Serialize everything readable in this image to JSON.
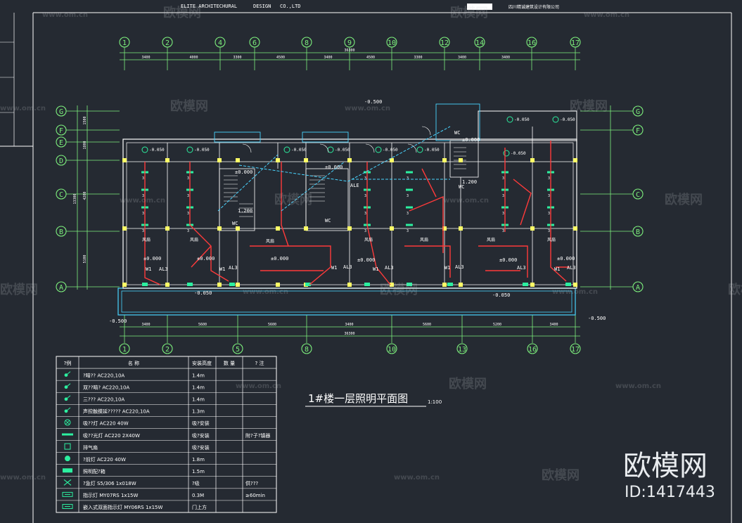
{
  "title_block": {
    "firm_en": "ELITE ARCHITECHURAL",
    "firm_design": "DESIGN",
    "firm_co": "CO.,LTD",
    "stamp_text": "四川精诚建筑设计有限公司"
  },
  "drawing_title": "1#楼一层照明平面图",
  "drawing_scale": "1:100",
  "grid_top": [
    "1",
    "2",
    "4",
    "6",
    "8",
    "9",
    "10",
    "12",
    "14",
    "16",
    "17"
  ],
  "grid_bottom": [
    "1",
    "2",
    "5",
    "8",
    "10",
    "13",
    "16",
    "17"
  ],
  "grid_rows_left": [
    "G",
    "F",
    "E",
    "D",
    "C",
    "B",
    "A"
  ],
  "grid_rows_right": [
    "G",
    "F",
    "C",
    "B",
    "A"
  ],
  "dims_top": [
    "3400",
    "4000",
    "3300",
    "4500",
    "3400",
    "4500",
    "3300",
    "3400",
    "3400"
  ],
  "dims_top_total": "36300",
  "dims_bottom": [
    "3400",
    "5600",
    "5600",
    "3400",
    "5600",
    "5200",
    "3400"
  ],
  "dims_bottom_total": "36300",
  "dims_left": [
    "1500",
    "1800",
    "4200",
    "5100"
  ],
  "dims_left_total": "13300",
  "levels": {
    "roof": "-0.500",
    "left": "-0.500",
    "right": "-0.500",
    "floor_a": "-0.050",
    "floor_b": "-0.050",
    "stair": "±0.000",
    "room": "±0.000",
    "stair2": "1.200"
  },
  "labels": {
    "wc": "WC",
    "ale": "ALE",
    "w1": "W1",
    "al": "AL3",
    "fan": "风扇",
    "n3": "3"
  },
  "legend": {
    "headers": [
      "?例",
      "名 称",
      "安装高度",
      "数 量",
      "? 注"
    ],
    "rows": [
      {
        "name": "?暗??    AC220,10A",
        "height": "1.4m",
        "note": ""
      },
      {
        "name": "双??暗?  AC220,10A",
        "height": "1.4m",
        "note": ""
      },
      {
        "name": "三???    AC220,10A",
        "height": "1.4m",
        "note": ""
      },
      {
        "name": "声控触摸延?????   AC220,10A",
        "height": "1.3m",
        "note": ""
      },
      {
        "name": "吸??灯  AC220  40W",
        "height": "吸?安装",
        "note": ""
      },
      {
        "name": "吸??光灯  AC220  2X40W",
        "height": "吸?安装",
        "note": "附?子?镇器"
      },
      {
        "name": "排气扇",
        "height": "吸?安装",
        "note": ""
      },
      {
        "name": "?前灯  AC220  40W",
        "height": "1.8m",
        "note": ""
      },
      {
        "name": "照明配?箱",
        "height": "1.5m",
        "note": ""
      },
      {
        "name": "?急灯  S5/306  1x018W",
        "height": "?吸",
        "note": "供???"
      },
      {
        "name": "指示灯      MY07RS    1x15W",
        "height": "0.3M",
        "note": "≥60min"
      },
      {
        "name": "嵌入式双面指示灯  MY06RS    1x15W",
        "height": "门上方",
        "note": ""
      }
    ]
  },
  "watermark": {
    "brand": "欧模网",
    "site": "www.om.cn",
    "domain": "om.cn",
    "id": "ID:1417443"
  },
  "colors": {
    "background": "#252a32",
    "wall": "#ffff66",
    "dimension": "#7df07d",
    "wiring": "#ff3a3a",
    "lighting": "#2cf0a0",
    "outline": "#ffffff",
    "water": "#49d4ff"
  }
}
